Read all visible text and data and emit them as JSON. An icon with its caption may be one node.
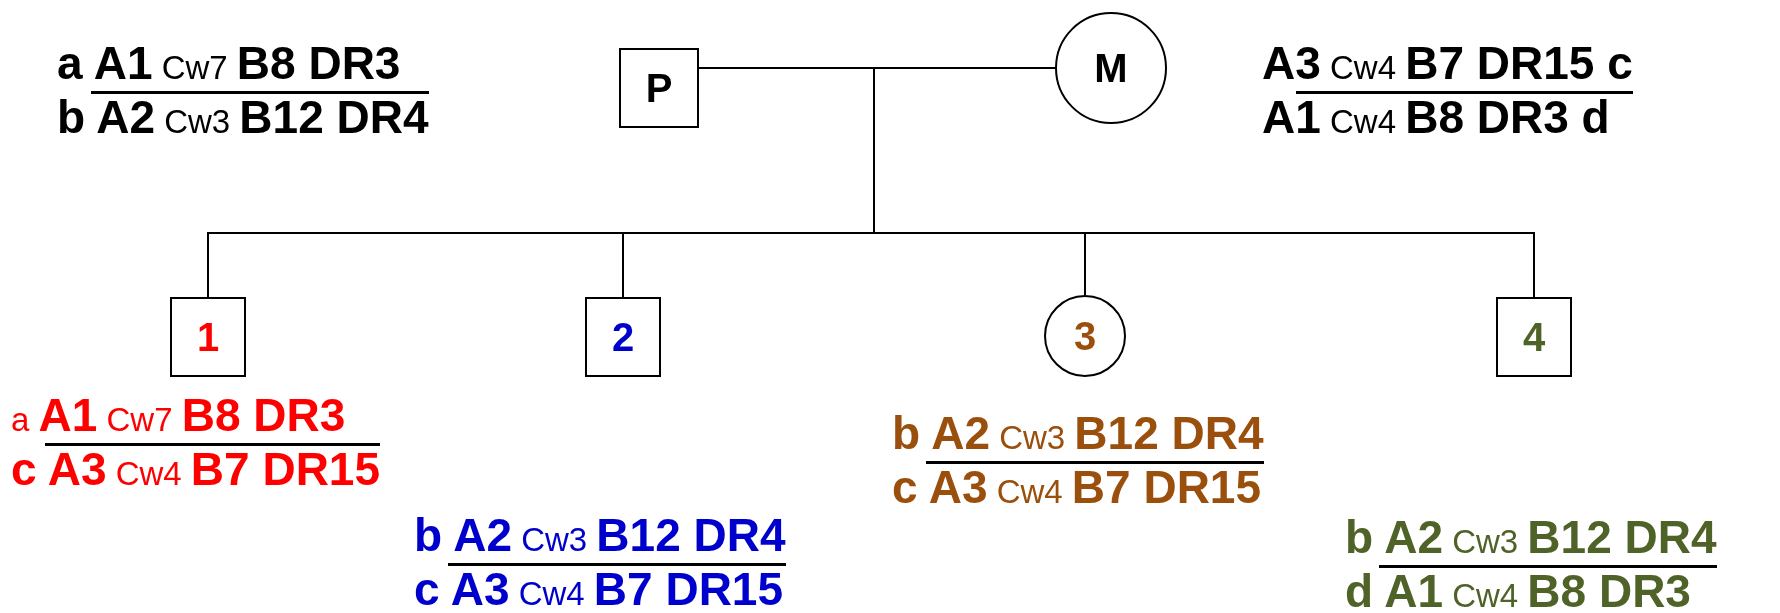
{
  "diagram": {
    "nodes": [
      {
        "text": [
          "P"
        ],
        "beside": [
          "**a A1** Cw7 **B8 DR3**",
          "**b A2** Cw3 **B12 DR4**"
        ]
      },
      {
        "text": [
          "M"
        ],
        "beside": [
          "**A3** Cw4 **B7 DR15 c**",
          "**A1** Cw4 **B8 DR3 d**"
        ]
      },
      {
        "text": [
          "1"
        ],
        "beside": [
          "a **A1** Cw7 **B8 DR3**",
          "**c A3** Cw4 **B7 DR15**"
        ]
      },
      {
        "text": [
          "2"
        ],
        "beside": [
          "**b A2** Cw3 **B12 DR4**",
          "**c A3** Cw4 **B7 DR15**"
        ]
      },
      {
        "text": [
          "3"
        ],
        "beside": [
          "**b A2** Cw3 **B12 DR4**",
          "**c A3** Cw4 **B7 DR15**"
        ]
      },
      {
        "text": [
          "4"
        ],
        "beside": [
          "**b A2** Cw3 **B12 DR4**",
          "**d A1** Cw4 **B8 DR3**"
        ]
      }
    ],
    "edges": [
      {
        "from": 0,
        "to": 1,
        "arrow": "none"
      },
      {
        "from": 0,
        "to": 2,
        "arrow": "none"
      },
      {
        "from": 0,
        "to": 3,
        "arrow": "none"
      },
      {
        "from": 0,
        "to": 4,
        "arrow": "none"
      },
      {
        "from": 0,
        "to": 5,
        "arrow": "none"
      },
      {
        "from": 1,
        "to": 2,
        "arrow": "none"
      },
      {
        "from": 1,
        "to": 3,
        "arrow": "none"
      },
      {
        "from": 1,
        "to": 4,
        "arrow": "none"
      },
      {
        "from": 1,
        "to": 5,
        "arrow": "none"
      }
    ]
  }
}
